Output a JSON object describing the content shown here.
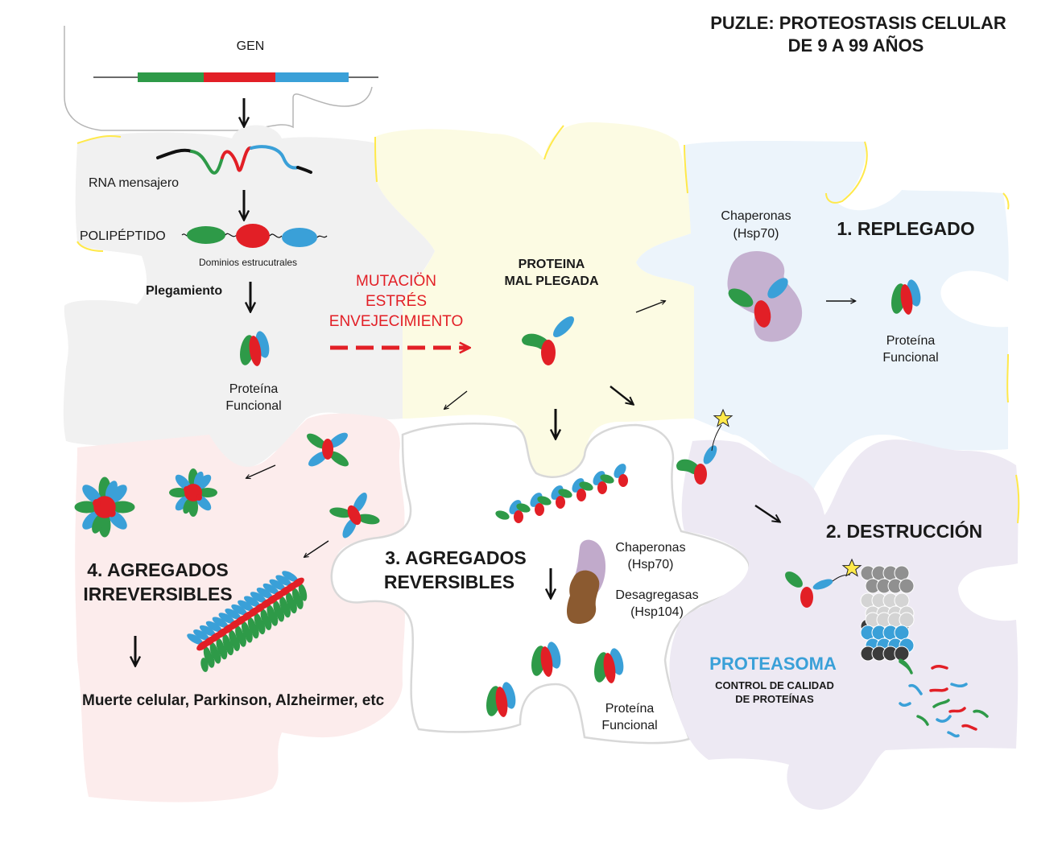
{
  "title": {
    "line1": "PUZLE: PROTEOSTASIS CELULAR",
    "line2": "DE 9 A 99 AÑOS"
  },
  "colors": {
    "green": "#2e9a48",
    "red": "#e21f26",
    "blue": "#3aa0d8",
    "lilac": "#c1aacb",
    "brown": "#8b5a30",
    "proteasome_gray": "#909090",
    "proteasome_light": "#d4d4d4",
    "proteasome_dark": "#3b3b3b",
    "star": "#ffe94a",
    "piece_gray": "#f1f1f1",
    "piece_yellow": "#fcfbe3",
    "piece_blue": "#ecf4fb",
    "piece_pink": "#fcecec",
    "piece_purple": "#ede9f3",
    "accent_red_text": "#e21f26",
    "accent_blue_text": "#3aa0d8"
  },
  "synthesis": {
    "gene_label": "GEN",
    "mrna_label": "RNA mensajero",
    "polypeptide_label": "POLIPÉPTIDO",
    "domains_label": "Dominios estrucutrales",
    "folding_label": "Plegamiento",
    "functional_label_1": "Proteína",
    "functional_label_2": "Funcional"
  },
  "stress": {
    "line1": "MUTACIÖN",
    "line2": "ESTRÉS",
    "line3": "ENVEJECIMIENTO"
  },
  "misfolded": {
    "line1": "PROTEINA",
    "line2": "MAL PLEGADA"
  },
  "refolding": {
    "heading": "1. REPLEGADO",
    "chaperone_label_1": "Chaperonas",
    "chaperone_label_2": "(Hsp70)",
    "functional_label_1": "Proteína",
    "functional_label_2": "Funcional"
  },
  "destruction": {
    "heading": "2. DESTRUCCIÓN",
    "proteasome_label": "PROTEASOMA",
    "qc_line1": "CONTROL DE CALIDAD",
    "qc_line2": "DE PROTEÍNAS"
  },
  "reversible": {
    "heading_1": "3. AGREGADOS",
    "heading_2": "REVERSIBLES",
    "chaperone_label_1": "Chaperonas",
    "chaperone_label_2": "(Hsp70)",
    "disaggregase_label_1": "Desagregasas",
    "disaggregase_label_2": "(Hsp104)",
    "functional_label_1": "Proteína",
    "functional_label_2": "Funcional"
  },
  "irreversible": {
    "heading_1": "4. AGREGADOS",
    "heading_2": "IRREVERSIBLES",
    "outcome": "Muerte celular, Parkinson, Alzheirmer, etc"
  }
}
